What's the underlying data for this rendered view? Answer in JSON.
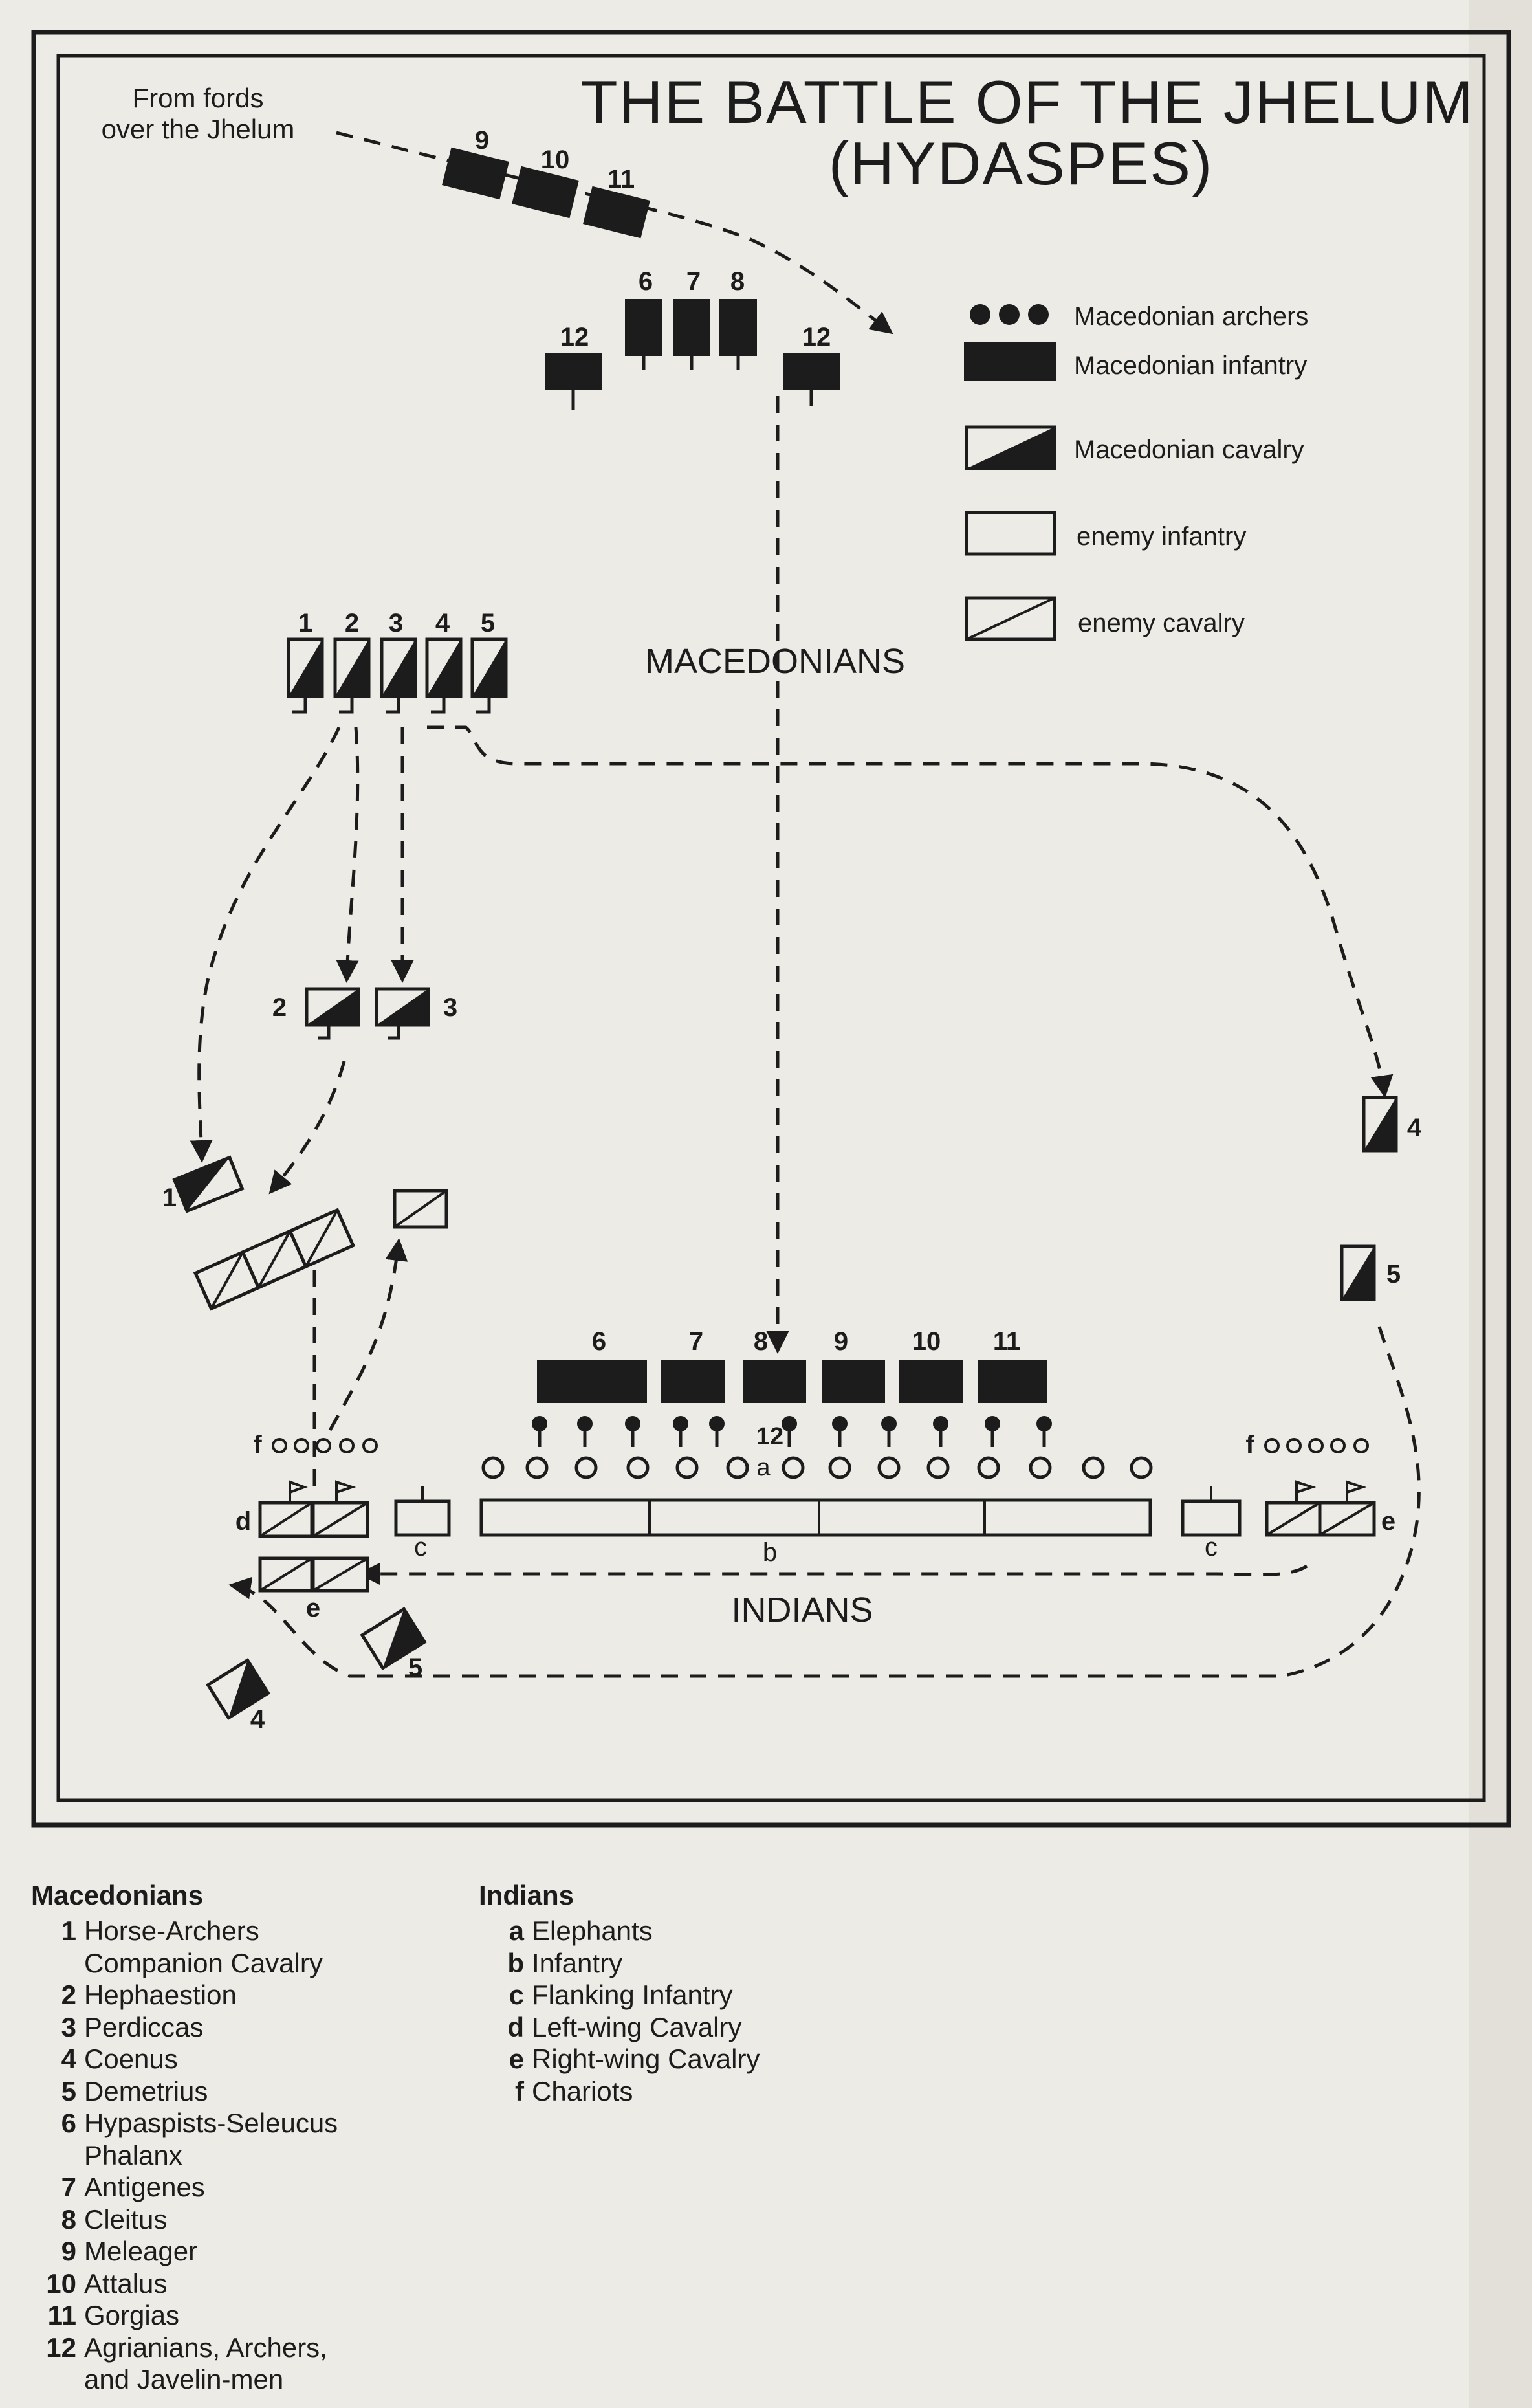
{
  "title": {
    "line1": "THE BATTLE OF THE JHELUM",
    "line2": "(HYDASPES)"
  },
  "fords_label": {
    "line1": "From fords",
    "line2": "over the Jhelum"
  },
  "map_labels": {
    "macedonians": "MACEDONIANS",
    "indians": "INDIANS"
  },
  "symbol_legend": [
    {
      "symbol": "archers",
      "label": "Macedonian archers"
    },
    {
      "symbol": "solid",
      "label": "Macedonian infantry"
    },
    {
      "symbol": "half",
      "label": "Macedonian cavalry"
    },
    {
      "symbol": "empty",
      "label": "enemy infantry"
    },
    {
      "symbol": "slash",
      "label": "enemy cavalry"
    }
  ],
  "unit_numbers": {
    "n1": "1",
    "n2": "2",
    "n3": "3",
    "n4": "4",
    "n5": "5",
    "n6": "6",
    "n7": "7",
    "n8": "8",
    "n9": "9",
    "n10": "10",
    "n11": "11",
    "n12": "12"
  },
  "unit_letters": {
    "a": "a",
    "b": "b",
    "c": "c",
    "d": "d",
    "e": "e",
    "f": "f"
  },
  "key": {
    "macedonians": {
      "heading": "Macedonians",
      "items": [
        {
          "k": "1",
          "lines": [
            "Horse-Archers",
            "Companion Cavalry"
          ]
        },
        {
          "k": "2",
          "lines": [
            "Hephaestion"
          ]
        },
        {
          "k": "3",
          "lines": [
            "Perdiccas"
          ]
        },
        {
          "k": "4",
          "lines": [
            "Coenus"
          ]
        },
        {
          "k": "5",
          "lines": [
            "Demetrius"
          ]
        },
        {
          "k": "6",
          "lines": [
            "Hypaspists-Seleucus",
            "Phalanx"
          ]
        },
        {
          "k": "7",
          "lines": [
            "Antigenes"
          ]
        },
        {
          "k": "8",
          "lines": [
            "Cleitus"
          ]
        },
        {
          "k": "9",
          "lines": [
            "Meleager"
          ]
        },
        {
          "k": "10",
          "lines": [
            "Attalus"
          ]
        },
        {
          "k": "11",
          "lines": [
            "Gorgias"
          ]
        },
        {
          "k": "12",
          "lines": [
            "Agrianians, Archers,",
            "and Javelin-men"
          ]
        }
      ]
    },
    "indians": {
      "heading": "Indians",
      "items": [
        {
          "k": "a",
          "lines": [
            "Elephants"
          ]
        },
        {
          "k": "b",
          "lines": [
            "Infantry"
          ]
        },
        {
          "k": "c",
          "lines": [
            "Flanking Infantry"
          ]
        },
        {
          "k": "d",
          "lines": [
            "Left-wing Cavalry"
          ]
        },
        {
          "k": "e",
          "lines": [
            "Right-wing Cavalry"
          ]
        },
        {
          "k": "f",
          "lines": [
            "Chariots"
          ]
        }
      ]
    }
  },
  "colors": {
    "ink": "#1c1c1c",
    "paper": "#ecebe6"
  }
}
